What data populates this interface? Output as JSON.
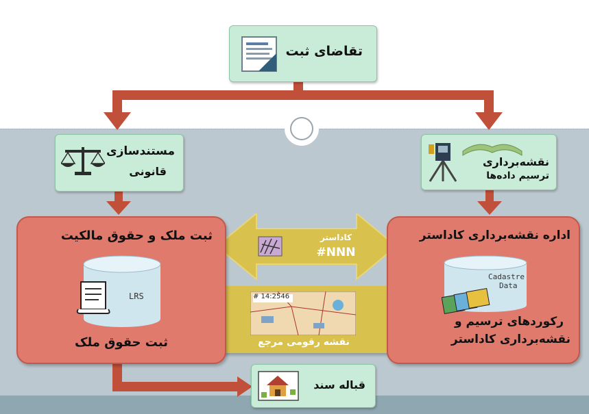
{
  "top": {
    "label": "تقاضای ثبت"
  },
  "legal": {
    "line1": "مستندسازی",
    "line2": "قانونی"
  },
  "survey": {
    "line1": "نقشه‌برداری",
    "line2": "ترسیم داده‌ها"
  },
  "registry_box": {
    "title": "ثبت ملک و حقوق مالکیت",
    "db_label": "LRS",
    "footer": "ثبت حقوق ملک"
  },
  "cadastre_box": {
    "title": "اداره نقشه‌برداری کاداستر",
    "db_label_1": "Cadastre",
    "db_label_2": "Data",
    "footer_line1": "رکوردهای ترسیم و",
    "footer_line2": "نقشه‌برداری کاداستر"
  },
  "link": {
    "label": "کاداستر",
    "id": "#NNN"
  },
  "map": {
    "parcel_id": "# 14:2546",
    "label": "نقشه رقومی مرجع"
  },
  "deed": {
    "label": "قباله سند"
  },
  "colors": {
    "arrow": "#c0503a",
    "green": "#c9ecd9",
    "red": "#e07a6c",
    "yellow": "#d9c14e",
    "bg": "#bcc8cf"
  }
}
